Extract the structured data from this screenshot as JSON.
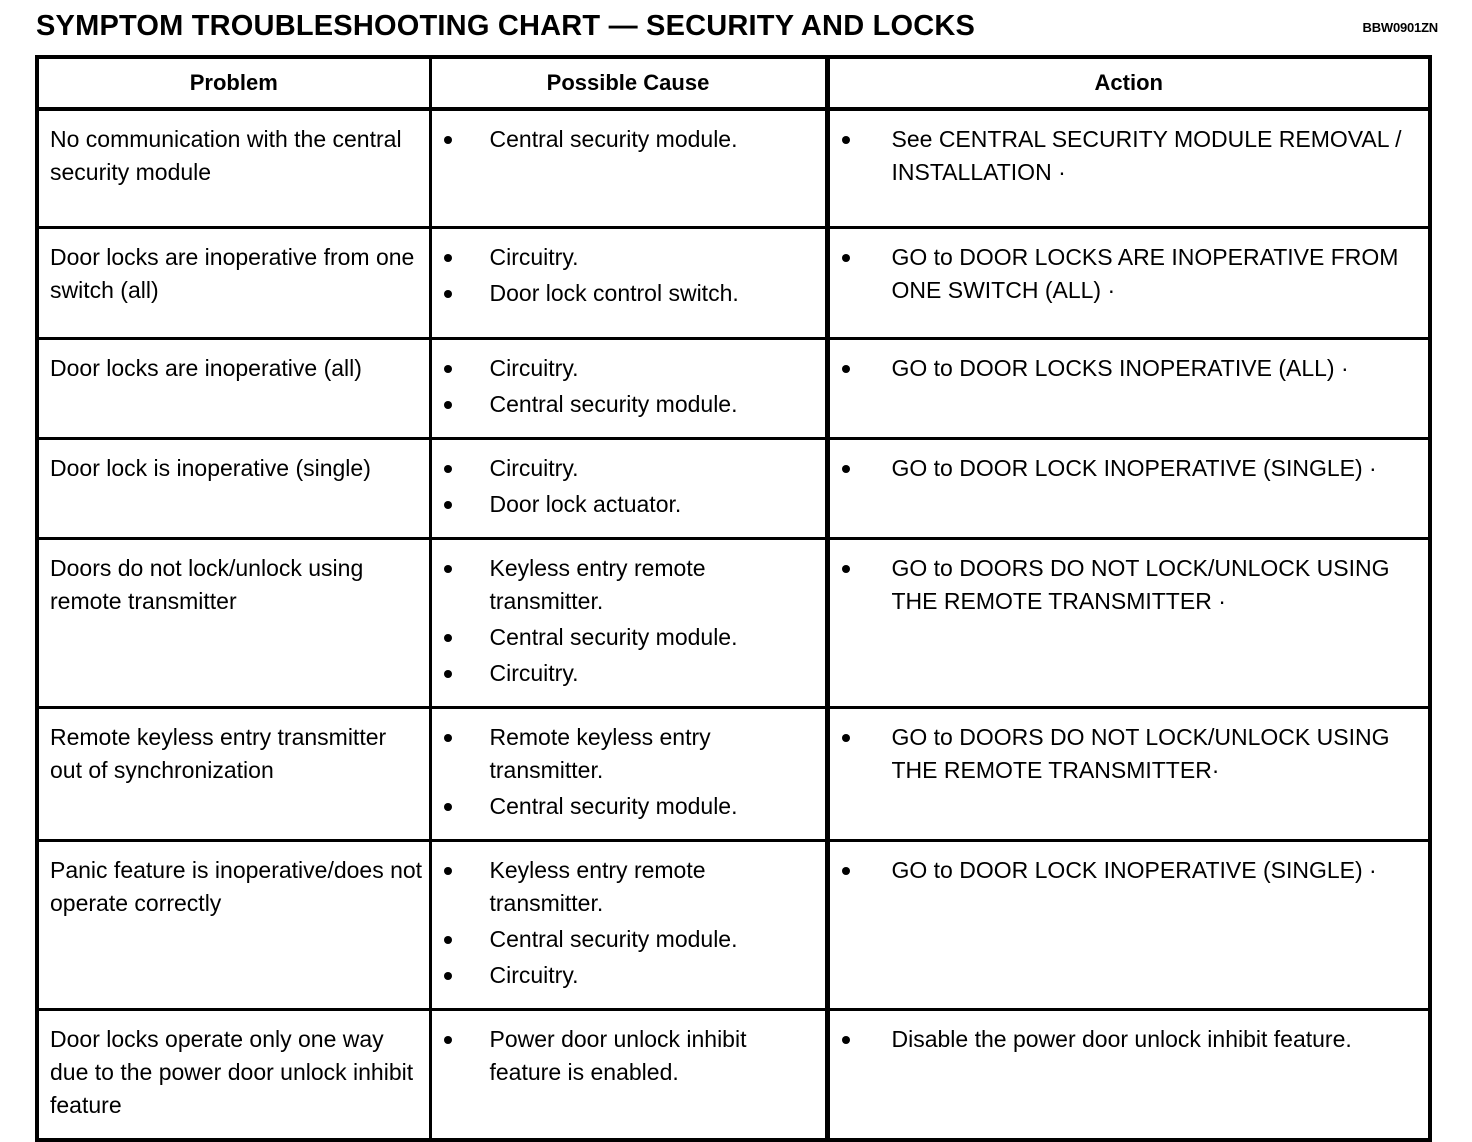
{
  "header": {
    "title": "SYMPTOM TROUBLESHOOTING CHART — SECURITY AND LOCKS",
    "doc_code": "BBW0901ZN"
  },
  "table": {
    "columns": [
      "Problem",
      "Possible Cause",
      "Action"
    ],
    "rows": [
      {
        "problem": "No communication with the central security module",
        "causes": [
          "Central security module."
        ],
        "actions": [
          "See   CENTRAL SECURITY MODULE REMOVAL / INSTALLATION ·"
        ]
      },
      {
        "problem": "Door locks are inoperative from one switch (all)",
        "causes": [
          "Circuitry.",
          "Door lock control switch."
        ],
        "actions": [
          "GO to  DOOR LOCKS ARE INOPERATIVE FROM ONE SWITCH (ALL) ·"
        ]
      },
      {
        "problem": "Door locks are inoperative (all)",
        "causes": [
          "Circuitry.",
          "Central security module."
        ],
        "actions": [
          "GO to  DOOR LOCKS INOPERATIVE (ALL) ·"
        ]
      },
      {
        "problem": "Door lock is inoperative (single)",
        "causes": [
          "Circuitry.",
          "Door lock actuator."
        ],
        "actions": [
          "GO to   DOOR LOCK INOPERATIVE (SINGLE) ·"
        ]
      },
      {
        "problem": "Doors do not lock/unlock using remote transmitter",
        "causes": [
          "Keyless entry remote transmitter.",
          "Central security module.",
          "Circuitry."
        ],
        "actions": [
          "GO to  DOORS DO NOT LOCK/UNLOCK USING THE REMOTE TRANSMITTER ·"
        ]
      },
      {
        "problem": "Remote keyless entry transmitter out of synchronization",
        "causes": [
          "Remote keyless entry transmitter.",
          "Central security module."
        ],
        "actions": [
          "GO to  DOORS DO NOT LOCK/UNLOCK USING THE REMOTE TRANSMITTER·"
        ]
      },
      {
        "problem": "Panic feature is inoperative/does not operate correctly",
        "causes": [
          "Keyless entry remote transmitter.",
          "Central security module.",
          "Circuitry."
        ],
        "actions": [
          "GO to  DOOR LOCK INOPERATIVE (SINGLE) ·"
        ]
      },
      {
        "problem": "Door locks operate only one way due to the power door unlock inhibit feature",
        "causes": [
          "Power door unlock inhibit feature is enabled."
        ],
        "actions": [
          "Disable the power door unlock inhibit feature."
        ]
      }
    ]
  },
  "colors": {
    "ink": "#000000",
    "paper": "#ffffff"
  }
}
